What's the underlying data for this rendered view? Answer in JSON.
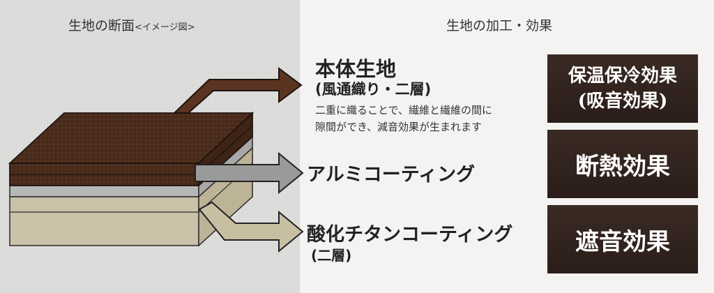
{
  "left_title": {
    "main": "生地の断面",
    "sub": "<イメージ図>"
  },
  "right_title": "生地の加工・効果",
  "layers": {
    "main_fabric": {
      "title": "本体生地",
      "subtitle": "(風通織り・二層)",
      "description_lines": [
        "二重に織ることで、繊維と繊維の間に",
        "隙間ができ、減音効果が生まれます"
      ]
    },
    "aluminum": {
      "title": "アルミコーティング"
    },
    "titanium": {
      "title": "酸化チタンコーティング",
      "subtitle": "(二層)"
    }
  },
  "effects": [
    {
      "line1": "保温保冷効果",
      "line2": "(吸音効果)"
    },
    {
      "line1": "断熱効果"
    },
    {
      "line1": "遮音効果"
    }
  ],
  "colors": {
    "fabric": "#4a2c1c",
    "aluminum": "#b4b4b4",
    "coating": "#c9c1a8",
    "effect_bg": "#2f221d",
    "arrow_brown": "#5a3420",
    "arrow_gray": "#9a9a9a",
    "arrow_beige": "#c8bfa3"
  }
}
